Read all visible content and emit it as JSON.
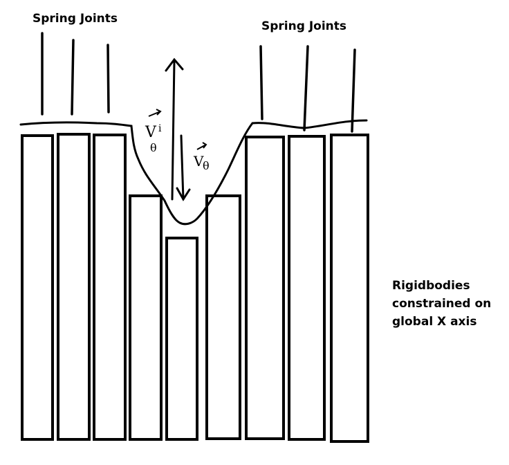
{
  "labels": {
    "spring_left": "Spring Joints",
    "spring_right": "Spring Joints",
    "note_line1": "Rigidbodies",
    "note_line2": "constrained on",
    "note_line3": "global X axis",
    "velocity_initial_symbol": "V",
    "velocity_initial_subscript": "i",
    "velocity_initial_theta": "θ",
    "velocity_final_symbol": "V",
    "velocity_final_theta": "θ"
  }
}
